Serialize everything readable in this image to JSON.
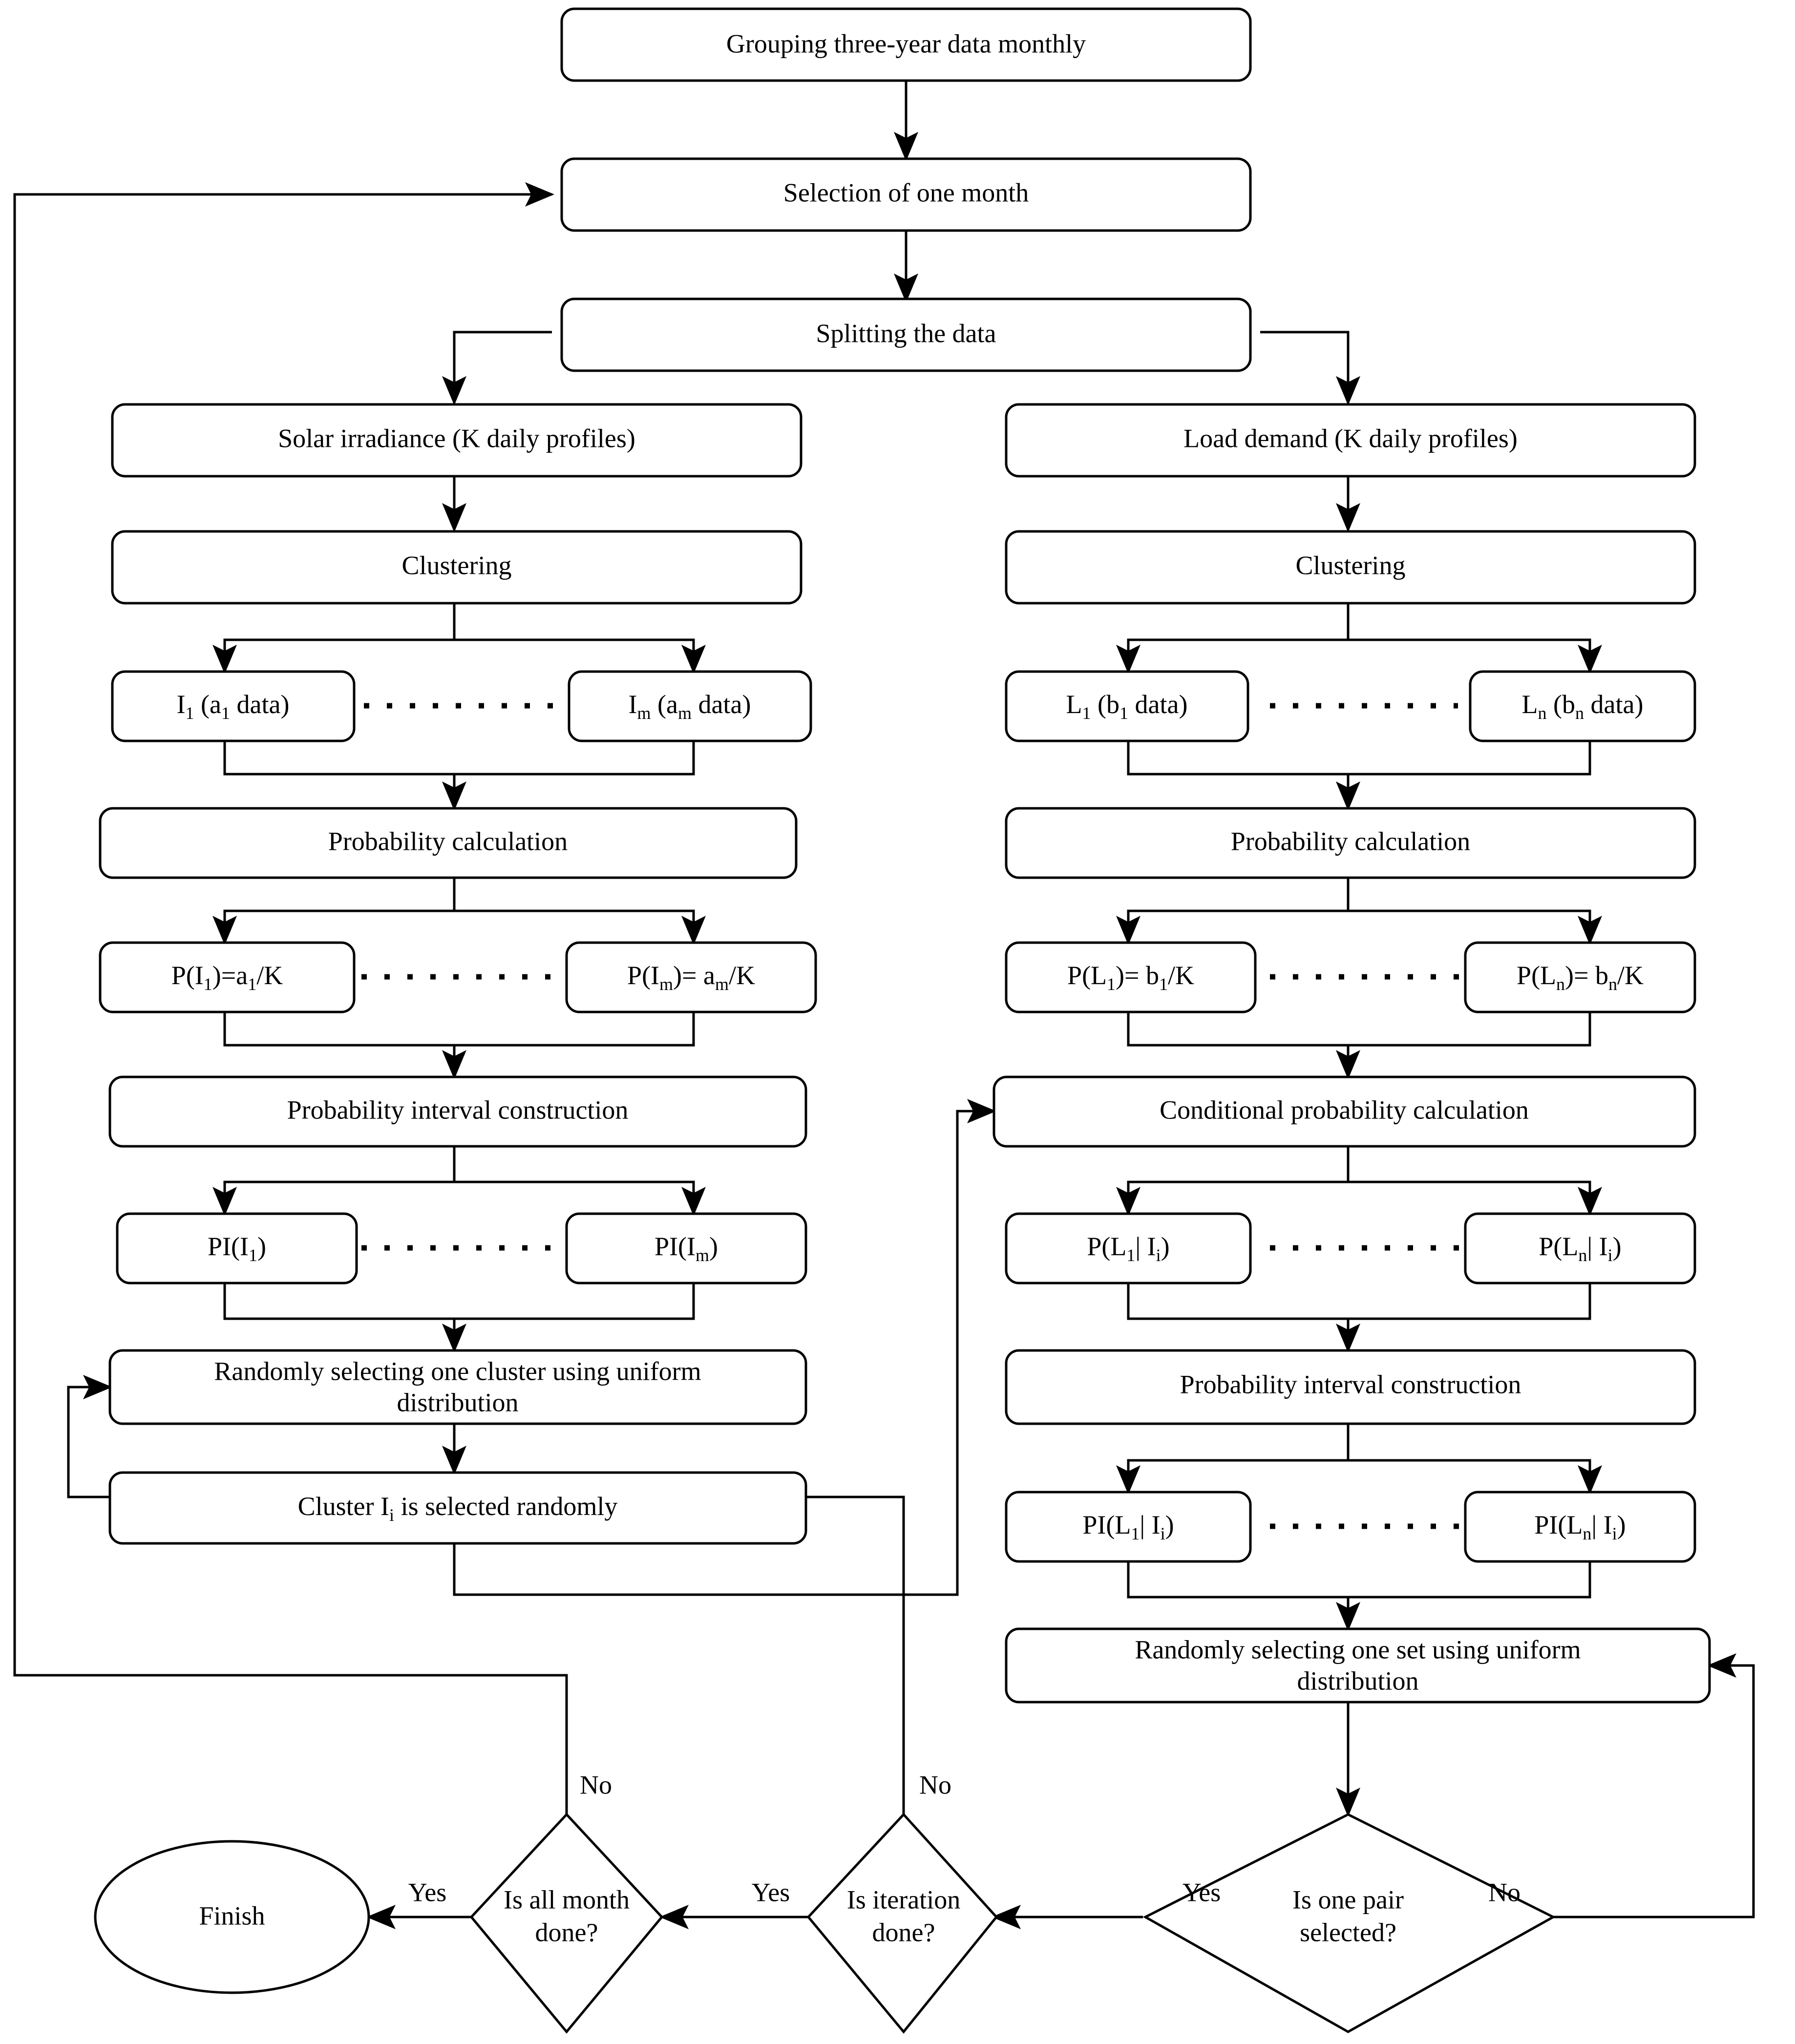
{
  "diagram": {
    "title": "Monte Carlo monthly scenario generation flowchart",
    "colors": {
      "stroke": "#000000",
      "fill": "#ffffff"
    },
    "nodes": {
      "start": {
        "label": "Grouping three-year data monthly"
      },
      "select_month": {
        "label": "Selection of one month"
      },
      "split": {
        "label": "Splitting the data"
      },
      "solar": {
        "label": "Solar irradiance (K daily profiles)"
      },
      "load": {
        "label": "Load demand (K daily profiles)"
      },
      "clustering_left": {
        "label": "Clustering"
      },
      "clustering_right": {
        "label": "Clustering"
      },
      "i1": {
        "main": "I",
        "sub": "1",
        "rest": " (a",
        "sub2": "1",
        "rest2": " data)"
      },
      "im": {
        "main": "I",
        "sub": "m",
        "rest": " (a",
        "sub2": "m",
        "rest2": " data)"
      },
      "l1": {
        "main": "L",
        "sub": "1",
        "rest": " (b",
        "sub2": "1",
        "rest2": " data)"
      },
      "ln": {
        "main": "L",
        "sub": "n",
        "rest": " (b",
        "sub2": "n",
        "rest2": " data)"
      },
      "prob_left": {
        "label": "Probability calculation"
      },
      "prob_right": {
        "label": "Probability calculation"
      },
      "pi1": {
        "main": "P(I",
        "sub": "1",
        "rest": ")=a",
        "sub2": "1",
        "rest2": "/K"
      },
      "pim": {
        "main": "P(I",
        "sub": "m",
        "rest": ")= a",
        "sub2": "m",
        "rest2": "/K"
      },
      "pl1": {
        "main": "P(L",
        "sub": "1",
        "rest": ")= b",
        "sub2": "1",
        "rest2": "/K"
      },
      "pln": {
        "main": "P(L",
        "sub": "n",
        "rest": ")= b",
        "sub2": "n",
        "rest2": "/K"
      },
      "interval_left": {
        "label": "Probability interval construction"
      },
      "cond_prob": {
        "label": "Conditional probability calculation"
      },
      "pii1": {
        "main": "PI(I",
        "sub": "1",
        "rest": ")"
      },
      "piim": {
        "main": "PI(I",
        "sub": "m",
        "rest": ")"
      },
      "cpl1": {
        "main": "P(L",
        "sub": "1",
        "rest": "| I",
        "sub2": "i",
        "rest2": ")"
      },
      "cpln": {
        "main": "P(L",
        "sub": "n",
        "rest": "| I",
        "sub2": "i",
        "rest2": ")"
      },
      "interval_right": {
        "label": "Probability interval construction"
      },
      "picl1": {
        "main": "PI(L",
        "sub": "1",
        "rest": "| I",
        "sub2": "i",
        "rest2": ")"
      },
      "picln": {
        "main": "PI(L",
        "sub": "n",
        "rest": "| I",
        "sub2": "i",
        "rest2": ")"
      },
      "rand_cluster": {
        "line1": "Randomly selecting one cluster using uniform",
        "line2": "distribution"
      },
      "cluster_sel": {
        "main": "Cluster I",
        "sub": "i",
        "rest": " is selected randomly"
      },
      "rand_set": {
        "line1": "Randomly selecting one set using uniform",
        "line2": "distribution"
      },
      "d_month": {
        "line1": "Is all month",
        "line2": "done?"
      },
      "d_iter": {
        "line1": "Is iteration",
        "line2": "done?"
      },
      "d_pair": {
        "line1": "Is one pair",
        "line2": "selected?"
      },
      "finish": {
        "label": "Finish"
      }
    },
    "edge_labels": {
      "month_no": "No",
      "month_yes": "Yes",
      "iter_no": "No",
      "iter_yes": "Yes",
      "pair_yes": "Yes",
      "pair_no": "No"
    }
  }
}
